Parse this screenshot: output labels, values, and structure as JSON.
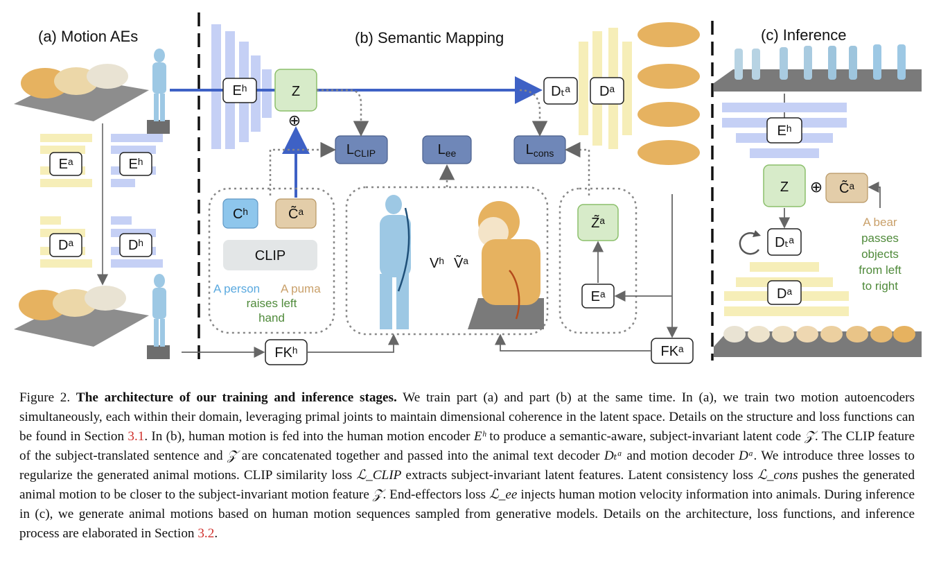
{
  "panels": {
    "a_title": "(a) Motion AEs",
    "b_title": "(b) Semantic Mapping",
    "c_title": "(c) Inference"
  },
  "blocks": {
    "Ea": "Eᵃ",
    "Eh": "Eʰ",
    "Da": "Dᵃ",
    "Dh": "Dʰ",
    "Z": "Z",
    "Dta": "Dₜᵃ",
    "Ch": "Cʰ",
    "Ca_tilde": "C̃ᵃ",
    "CLIP": "CLIP",
    "Za_tilde": "Z̃ᵃ",
    "FKh": "FKʰ",
    "FKa": "FKᵃ",
    "Vh": "Vʰ",
    "Va_tilde": "Ṽᵃ",
    "plus": "⊕"
  },
  "losses": {
    "clip": "LCLIP",
    "ee": "Lee",
    "cons": "Lcons"
  },
  "prompts": {
    "human": "A person",
    "animal": "A puma",
    "shared_line1": "raises left",
    "shared_line2": "hand",
    "inference_l1": "A bear",
    "inference_l2": "passes",
    "inference_l3": "objects",
    "inference_l4": "from left",
    "inference_l5": "to right"
  },
  "colors": {
    "blue_bar": "#c5d0f5",
    "yellow_bar": "#f6eeb8",
    "green_box": "#d7ebc9",
    "loss_box": "#6f87b8",
    "arrow_blue": "#3e61c5",
    "person": "#9dc8e4",
    "animal": "#e6b260"
  },
  "caption": {
    "fig_label": "Figure 2.",
    "title": "The architecture of our training and inference stages.",
    "text_1": "We train part (a) and part (b) at the same time. In (a), we train two motion autoencoders simultaneously, each within their domain, leveraging primal joints to maintain dimensional coherence in the latent space. Details on the structure and loss functions can be found in Section",
    "ref_1": "3.1",
    "text_2": ". In (b), human motion is fed into the human motion encoder",
    "sym_Eh": "Eʰ",
    "text_3": "to produce a semantic-aware, subject-invariant latent code",
    "sym_Z": "𝒵",
    "text_4": ". The CLIP feature of the subject-translated sentence and",
    "sym_Z2": "𝒵",
    "text_5": "are concatenated together and passed into the animal text decoder",
    "sym_Dta": "Dₜᵃ",
    "text_6": "and motion decoder",
    "sym_Da": "Dᵃ",
    "text_7": ". We introduce three losses to regularize the generated animal motions. CLIP similarity loss",
    "sym_Lclip": "ℒ_CLIP",
    "text_8": "extracts subject-invariant latent features. Latent consistency loss",
    "sym_Lcons": "ℒ_cons",
    "text_9": "pushes the generated animal motion to be closer to the subject-invariant motion feature",
    "sym_Z3": "𝒵",
    "text_10": ". End-effectors loss",
    "sym_Lee": "ℒ_ee",
    "text_11": "injects human motion velocity information into animals. During inference in (c), we generate animal motions based on human motion sequences sampled from generative models. Details on the architecture, loss functions, and inference process are elaborated in Section",
    "ref_2": "3.2",
    "text_12": "."
  }
}
